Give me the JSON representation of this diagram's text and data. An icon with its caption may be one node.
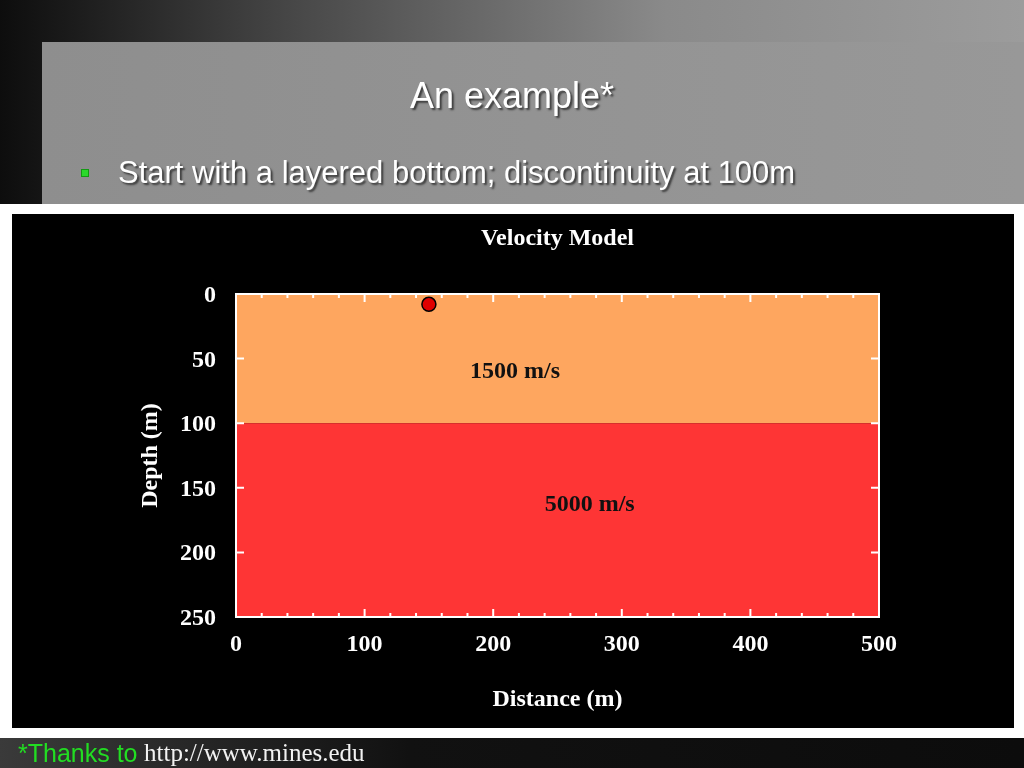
{
  "diagram": {
    "title": "An example*",
    "labels": [
      "Start with a layered bottom; discontinuity at 100m",
      "*Thanks to",
      "http://www.mines.edu"
    ],
    "chart_data": {
      "type": "scatter",
      "title": "Velocity Model",
      "xlabel": "Distance (m)",
      "ylabel": "Depth (m)",
      "x": [
        150
      ],
      "series": [
        {
          "color": "#e00000",
          "values": [
            8
          ]
        }
      ],
      "xlim": [
        0,
        500
      ],
      "ylim": [
        250,
        0
      ],
      "xticks": [
        0,
        100,
        200,
        300,
        400,
        500
      ],
      "yticks": [
        0,
        50,
        100,
        150,
        200,
        250
      ],
      "bands": [
        {
          "axis": "y",
          "from": 0,
          "to": 100,
          "color": "#fea65f"
        },
        {
          "axis": "y",
          "from": 100,
          "to": 250,
          "color": "#fe3535"
        }
      ],
      "annotations": [
        "1500 m/s",
        "5000 m/s"
      ]
    }
  }
}
